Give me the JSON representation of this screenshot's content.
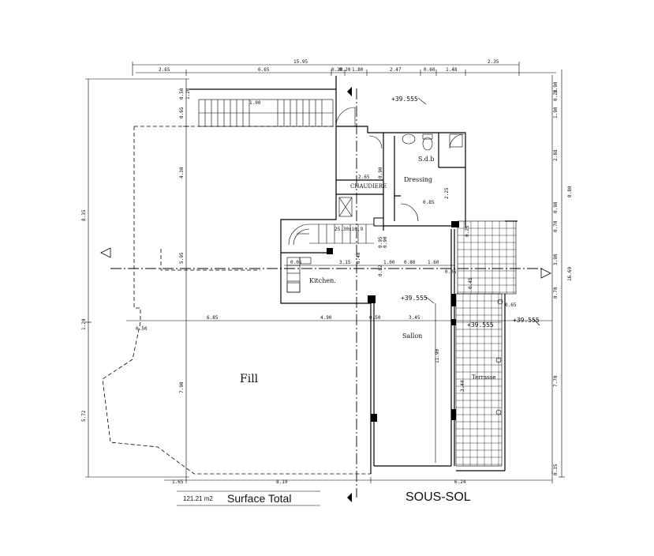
{
  "drawing": {
    "title": "SOUS-SOL",
    "surface_value": "121.21 m2",
    "surface_label": "Surface Total"
  },
  "rooms": {
    "fill": "Fill",
    "chaudiere": "CHAUDIERE",
    "dressing": "Dressing",
    "sdb": "S.d.b",
    "kitchen": "Kitchen.",
    "sallon": "Sallon",
    "terrasse": "Terrasse"
  },
  "levels": {
    "top": "+39.555",
    "center": "+39.555",
    "right": "+39.555",
    "terrace": "+39.555"
  },
  "dims": {
    "top_total": "15.95",
    "top_right": "2.35",
    "top_row": [
      "2.65",
      "6.65",
      "0.20",
      "0.20",
      "1.80",
      "2.47",
      "0.60",
      "1.48"
    ],
    "stair_top": "1.00",
    "chaud_w": "2.65",
    "chaud_h": "0.90",
    "dress_w": "0.85",
    "dress_h": "2.25",
    "stair_mid": "25.30x16.9",
    "mid_row": [
      "0.05",
      "3.15",
      "0.48",
      "1.00",
      "0.80",
      "1.60"
    ],
    "mid_v": [
      "0.95",
      "0.90",
      "0.82"
    ],
    "low_row": [
      "0.50",
      "6.85",
      "4.90",
      "0.50",
      "3.45"
    ],
    "sallon_h": "11.90",
    "small_a": "0.05",
    "small_b": "0.25",
    "small_c": "0.45",
    "small_d": "0.65",
    "small_e": "3.44",
    "bottom_row": [
      "1.65",
      "8.19",
      "6.24"
    ],
    "left_v": [
      "0.50",
      "1.20",
      "0.65",
      "4.30",
      "5.95",
      "1.20",
      "7.90",
      "5.72"
    ],
    "left_outer": "8.35",
    "right_v": [
      "1.90",
      "0.20",
      "1.90",
      "2.88",
      "0.98",
      "0.70",
      "3.90",
      "0.70",
      "7.70",
      "0.35"
    ],
    "right_mid": "0.80",
    "right_outer": "16.69"
  },
  "colors": {
    "line": "#000000",
    "background": "#ffffff"
  }
}
